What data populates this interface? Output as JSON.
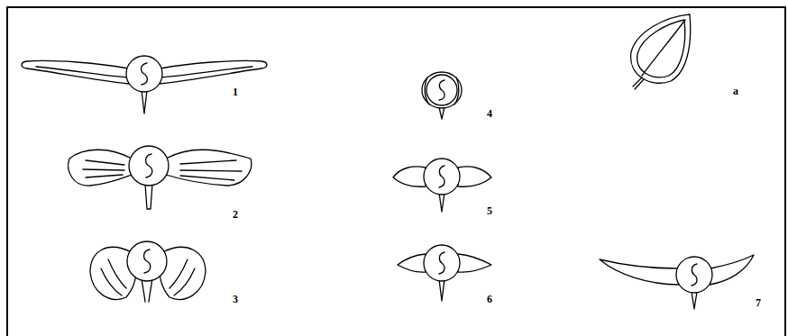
{
  "diagram": {
    "labels": [
      "1",
      "2",
      "3",
      "4",
      "5",
      "6",
      "7",
      "a"
    ]
  }
}
